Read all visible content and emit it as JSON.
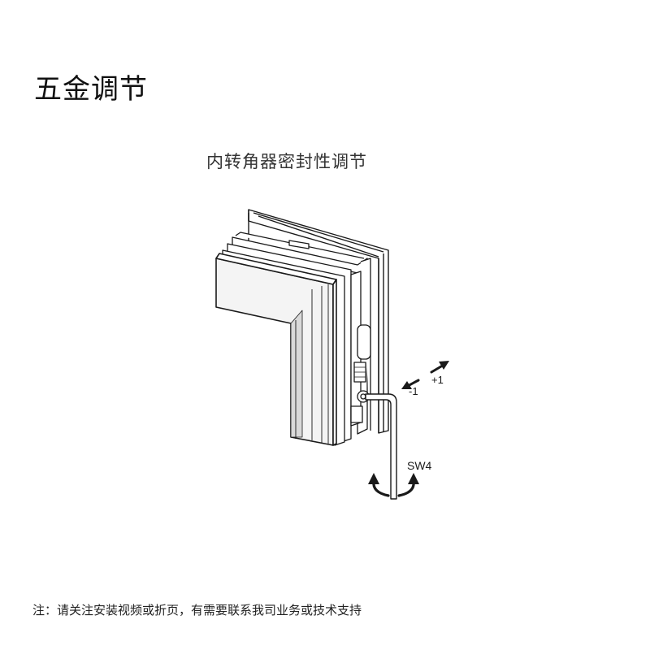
{
  "page": {
    "title": "五金调节",
    "footer_note": "注：请关注安装视频或折页，有需要联系我司业务或技术支持"
  },
  "diagram": {
    "title": "内转角器密封性调节",
    "labels": {
      "plus": "+1",
      "minus": "-1",
      "wrench": "SW4"
    }
  },
  "colors": {
    "line": "#1a1a1a",
    "frame_fill": "#ffffff",
    "panel_fill": "#f4f4f4",
    "shade_fill": "#d9d9d9"
  }
}
